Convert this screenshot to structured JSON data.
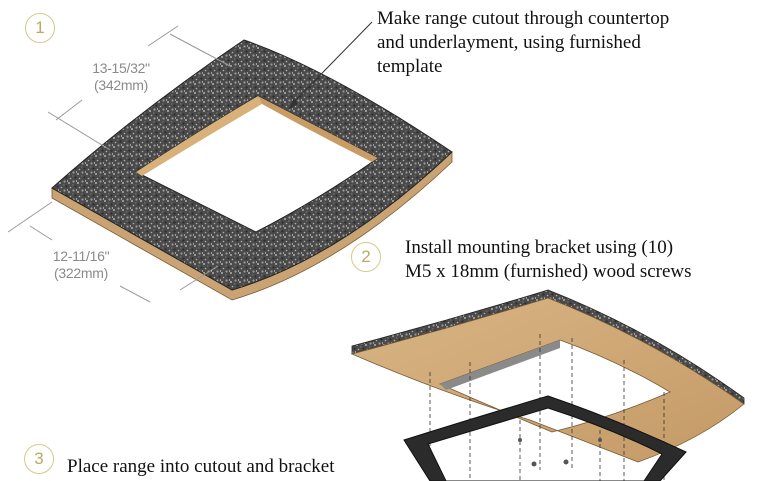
{
  "steps": [
    {
      "number": "1",
      "lines": [
        "Make range cutout through countertop",
        "and underlayment, using furnished",
        "template"
      ]
    },
    {
      "number": "2",
      "lines": [
        "Install mounting bracket using (10)",
        "M5 x 18mm (furnished) wood screws"
      ]
    },
    {
      "number": "3",
      "lines": [
        "Place range into cutout and bracket"
      ]
    }
  ],
  "dimensions": {
    "depth": {
      "imperial": "13-15/32\"",
      "metric": "(342mm)"
    },
    "width": {
      "imperial": "12-11/16\"",
      "metric": "(322mm)"
    }
  }
}
